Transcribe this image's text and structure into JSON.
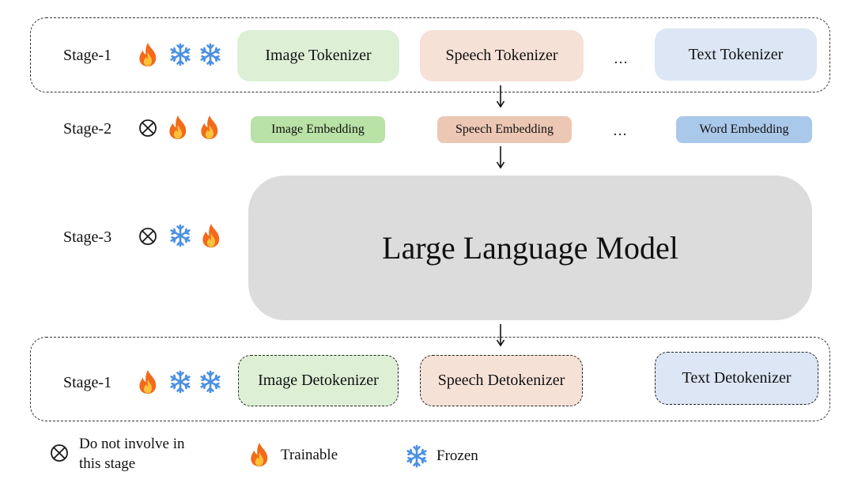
{
  "colors": {
    "image": "#ddf0d6",
    "speech": "#f6e1d6",
    "text": "#dce6f5",
    "image_embedding": "#b9e2a6",
    "speech_embedding": "#ecc7b3",
    "word_embedding": "#aac8ea",
    "llm": "#dcdcdc",
    "flame": "#f26a1b",
    "snowflake": "#4a90e2"
  },
  "stages": {
    "row1": {
      "label": "Stage-1",
      "icons": [
        "flame-icon",
        "snowflake-icon",
        "snowflake-icon"
      ]
    },
    "row2": {
      "label": "Stage-2",
      "icons": [
        "not-involve-icon",
        "flame-icon",
        "flame-icon"
      ]
    },
    "row3": {
      "label": "Stage-3",
      "icons": [
        "not-involve-icon",
        "snowflake-icon",
        "flame-icon"
      ]
    },
    "row4": {
      "label": "Stage-1",
      "icons": [
        "flame-icon",
        "snowflake-icon",
        "snowflake-icon"
      ]
    }
  },
  "tokenizers": [
    "Image Tokenizer",
    "Speech Tokenizer",
    "Text Tokenizer"
  ],
  "embeddings": [
    "Image Embedding",
    "Speech Embedding",
    "Word Embedding"
  ],
  "detokenizers": [
    "Image Detokenizer",
    "Speech Detokenizer",
    "Text Detokenizer"
  ],
  "llm_label": "Large Language Model",
  "ellipsis": "…",
  "legend": {
    "not_involve_line1": "Do not involve in",
    "not_involve_line2": "this stage",
    "trainable": "Trainable",
    "frozen": "Frozen"
  }
}
